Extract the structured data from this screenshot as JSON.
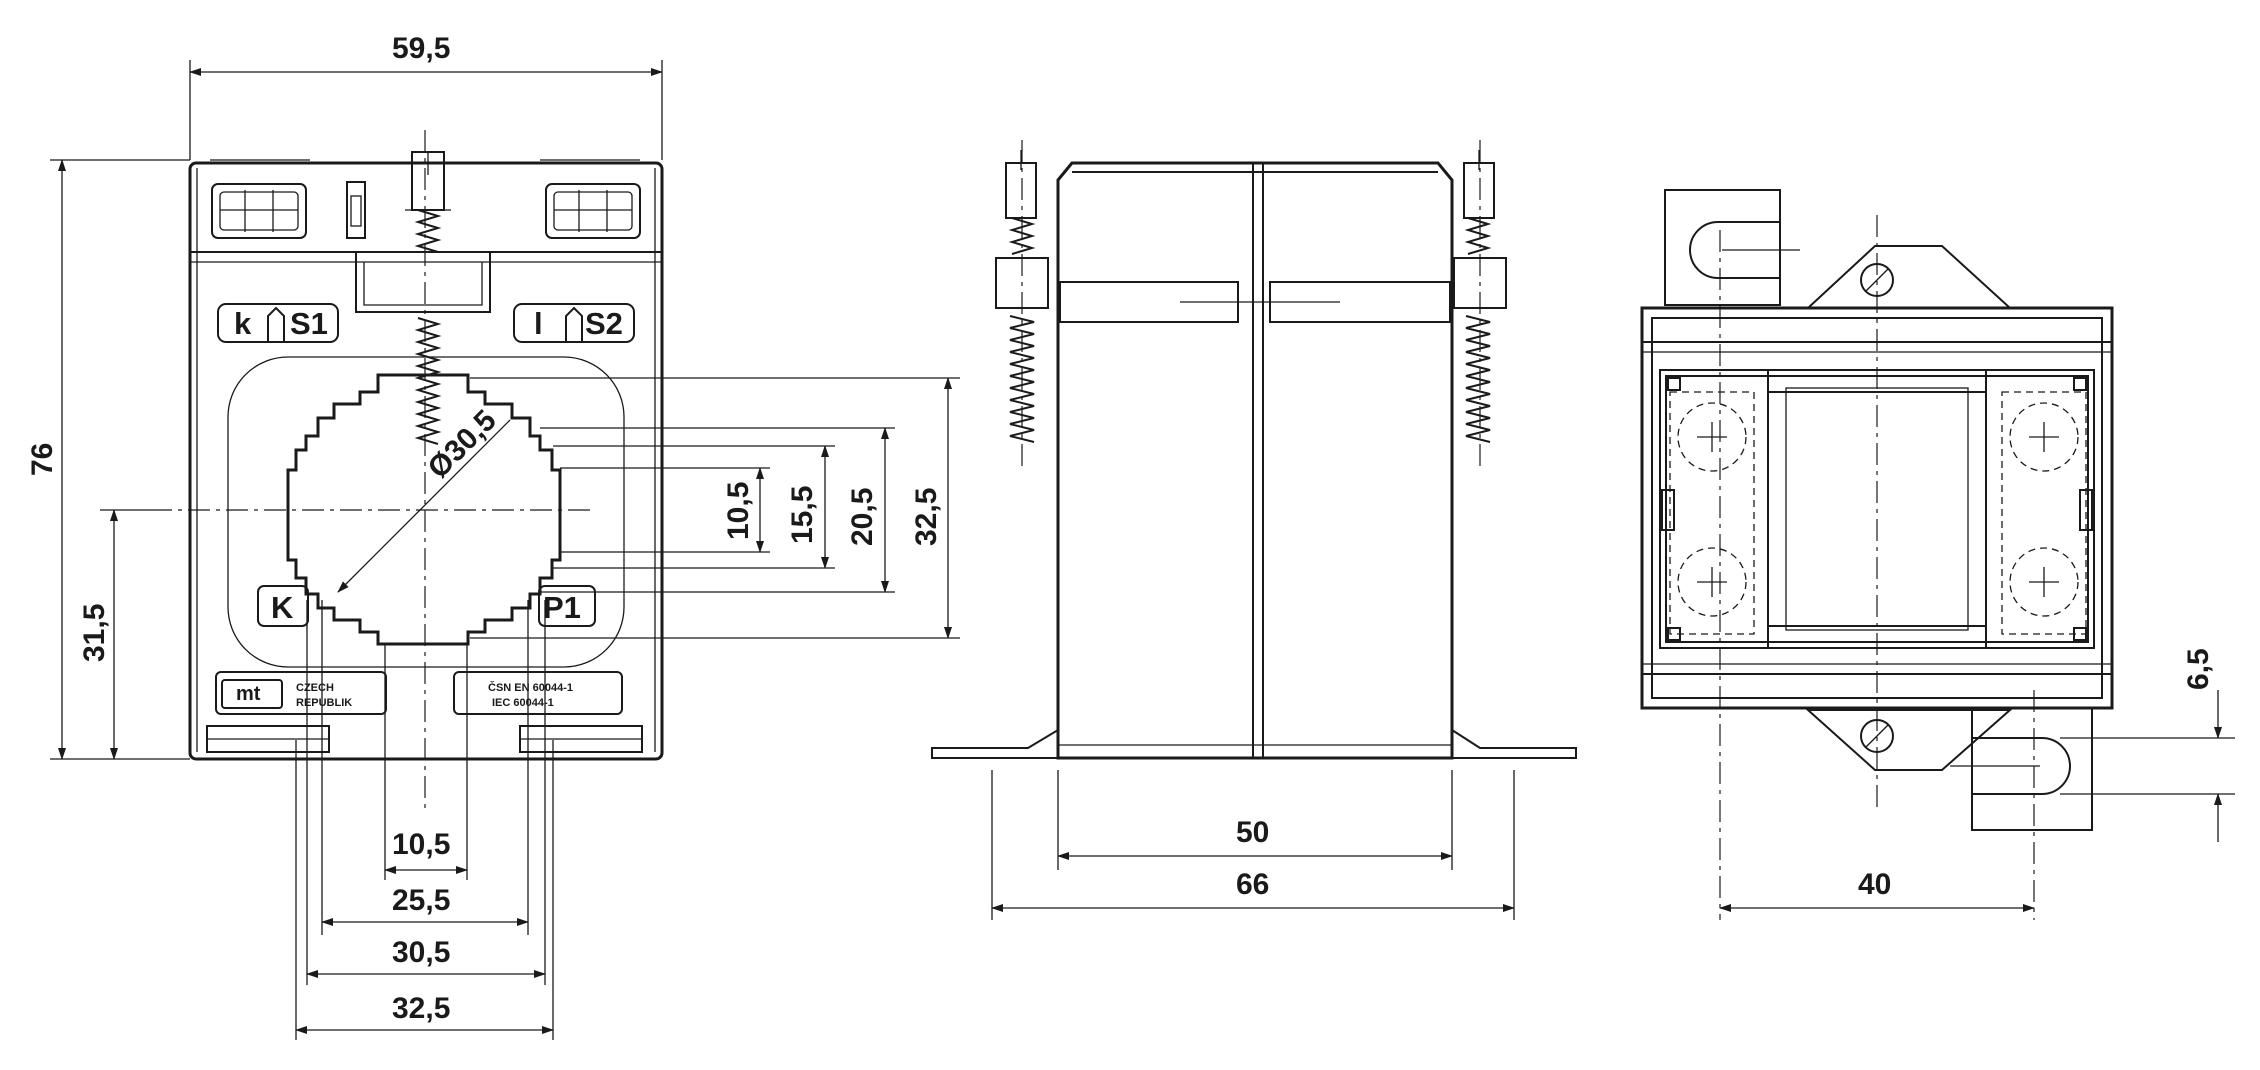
{
  "front_view": {
    "dims": {
      "width_overall": "59,5",
      "height_overall": "76",
      "height_center": "31,5",
      "dia_window": "Ø30,5",
      "w_10_5_v": "10,5",
      "w_15_5_v": "15,5",
      "w_20_5_v": "20,5",
      "w_32_5_v": "32,5",
      "w_10_5_h": "10,5",
      "w_25_5_h": "25,5",
      "w_30_5_h": "30,5",
      "w_32_5_h": "32,5"
    },
    "terminals": {
      "k": "k",
      "S1": "S1",
      "l": "l",
      "S2": "S2",
      "K": "K",
      "P1": "P1"
    },
    "plate_left": {
      "logo": "mt",
      "line1": "CZECH",
      "line2": "REPUBLIK"
    },
    "plate_right": {
      "line1": "ČSN EN 60044-1",
      "line2": "IEC 60044-1"
    }
  },
  "side_view": {
    "dims": {
      "inner": "50",
      "outer": "66"
    }
  },
  "top_view": {
    "dims": {
      "width": "40",
      "offset": "6,5"
    }
  }
}
